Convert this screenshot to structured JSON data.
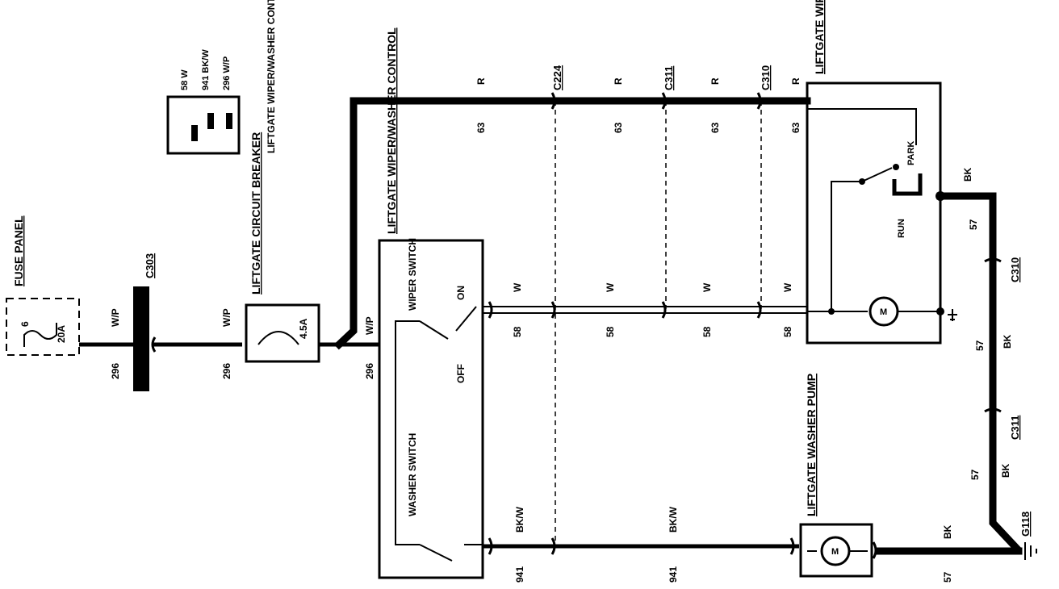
{
  "labels": {
    "fuse_panel": "FUSE PANEL",
    "fuse_number": "6",
    "fuse_rating": "20A",
    "c303": "C303",
    "circuit_breaker": "LIFTGATE CIRCUIT BREAKER",
    "breaker_rating": "4.5A",
    "control_terminals": "LIFTGATE WIPER/WASHER CONTROL TERMINALS",
    "term_58": "58 W",
    "term_941": "941 BK/W",
    "term_296": "296 W/P",
    "control": "LIFTGATE WIPER/WASHER CONTROL",
    "wiper_switch": "WIPER SWITCH",
    "washer_switch": "WASHER SWITCH",
    "on": "ON",
    "off": "OFF",
    "motor_switch": "LIFTGATE WIPER MOTOR AND SWITCH",
    "park": "PARK",
    "run": "RUN",
    "motor_symbol": "M",
    "washer_pump": "LIFTGATE WASHER PUMP",
    "c224": "C224",
    "c311": "C311",
    "c310": "C310",
    "g118": "G118"
  },
  "wires": {
    "w_296_color": "W/P",
    "w_296_num": "296",
    "w_63_color": "R",
    "w_63_num": "63",
    "w_58_color": "W",
    "w_58_num": "58",
    "w_941_color": "BK/W",
    "w_941_num": "941",
    "w_57_color": "BK",
    "w_57_num": "57"
  }
}
